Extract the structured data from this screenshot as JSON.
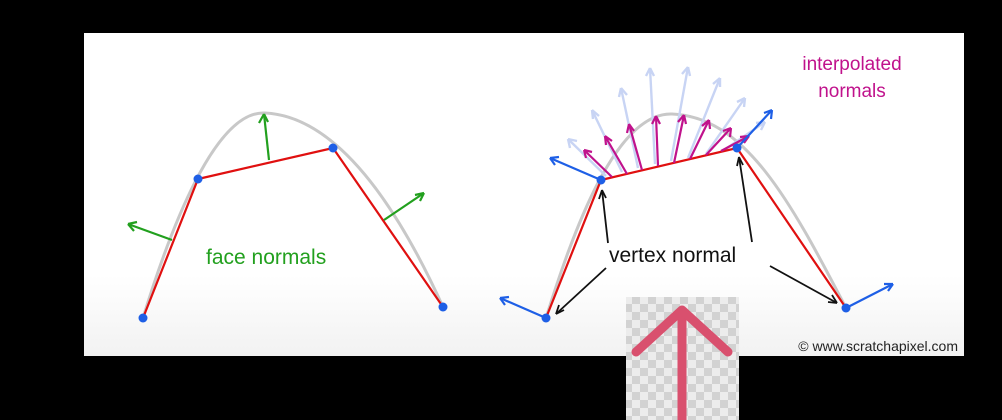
{
  "labels": {
    "face_normals": "face normals",
    "vertex_normal": "vertex normal",
    "interpolated_line1": "interpolated",
    "interpolated_line2": "normals",
    "credit": "© www.scratchapixel.com"
  },
  "colors": {
    "background": "#000000",
    "panel": "#ffffff",
    "curve": "#c8c8c8",
    "polyline": "#e01010",
    "vertex": "#1e5fe6",
    "face_normal": "#22a01e",
    "vertex_normal_arrow": "#1e5fe6",
    "interpolated": "#c0128c",
    "interpolated_light": "#c8d4f4",
    "annotation_arrow": "#111111",
    "pointer_arrow": "#d9506e",
    "checker_a": "#d0d0d0",
    "checker_b": "#ececec"
  },
  "icons": {
    "pointer": "up-arrow-icon"
  }
}
